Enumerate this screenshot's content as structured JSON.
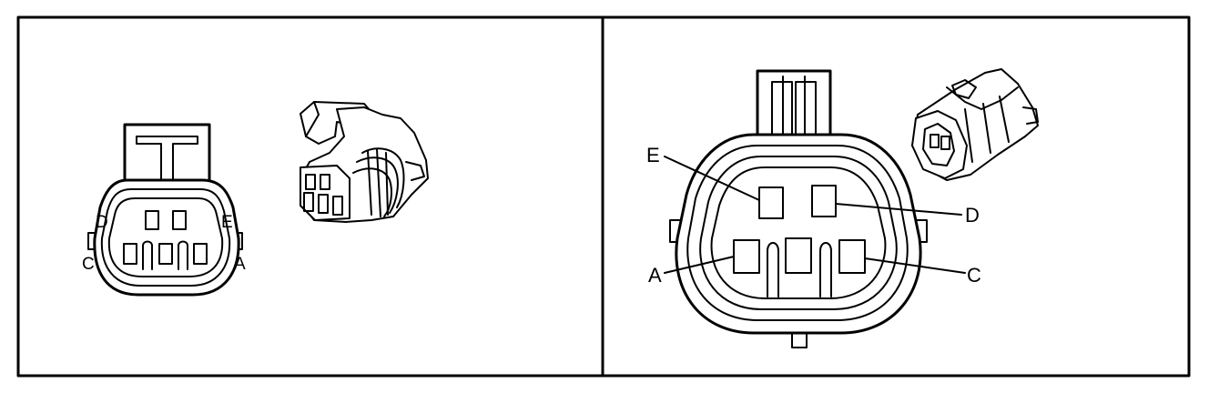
{
  "left_panel": {
    "pin_labels": {
      "a": "A",
      "c": "C",
      "d": "D",
      "e": "E"
    }
  },
  "right_panel": {
    "pin_labels": {
      "a": "A",
      "c": "C",
      "d": "D",
      "e": "E"
    }
  }
}
